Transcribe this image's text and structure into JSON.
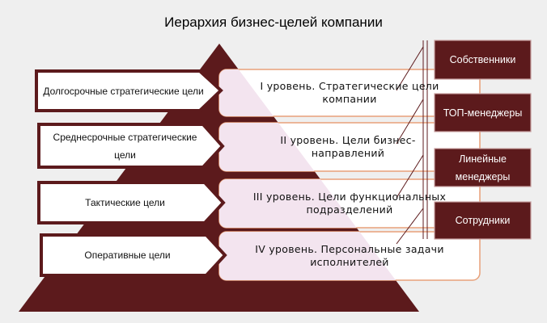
{
  "title": "Иерархия бизнес-целей компании",
  "levels": [
    {
      "goal": "Долгосрочные стратегические цели",
      "level": "I уровень. Стратегические цели компании",
      "role": "Собственники"
    },
    {
      "goal": "Среднесрочные стратегические цели",
      "level": "II уровень. Цели бизнес-направлений",
      "role": "ТОП-менеджеры"
    },
    {
      "goal": "Тактические цели",
      "level": "III уровень. Цели функциональных подразделений",
      "role": "Линейные менеджеры"
    },
    {
      "goal": "Оперативные цели",
      "level": "IV уровень. Персональные задачи исполнителей",
      "role": "Сотрудники"
    }
  ],
  "colors": {
    "dark": "#5c1a1c",
    "pink": "#f3e4ef",
    "orange": "#e8a07a",
    "background": "#efefef"
  }
}
